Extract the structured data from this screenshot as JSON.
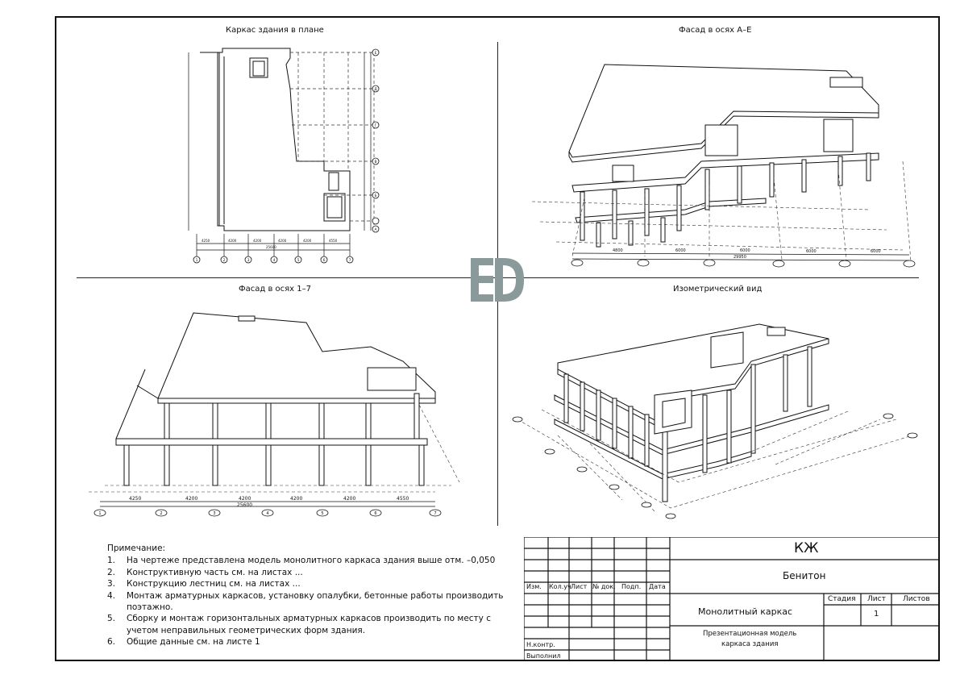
{
  "views": {
    "plan_title": "Каркас здания в плане",
    "facade_ae_title": "Фасад в осях А–Е",
    "facade_17_title": "Фасад в осях 1–7",
    "iso_title": "Изометрический вид"
  },
  "plan": {
    "col_axes": [
      "1",
      "2",
      "3",
      "4",
      "5",
      "6",
      "7"
    ],
    "row_axes": [
      "Е",
      "Д",
      "Г",
      "В",
      "Б",
      "А"
    ],
    "dims_bottom": [
      "4250",
      "4200",
      "4200",
      "4200",
      "4200",
      "4550"
    ],
    "total_bottom": "25600"
  },
  "facade_ae": {
    "dims": [
      "4800",
      "6000",
      "6000",
      "6000",
      "6000"
    ],
    "total": "29950"
  },
  "facade_17": {
    "axes": [
      "1",
      "2",
      "3",
      "4",
      "5",
      "6",
      "7"
    ],
    "dims": [
      "4250",
      "4200",
      "4200",
      "4200",
      "4200",
      "4550"
    ],
    "total": "25600"
  },
  "notes": {
    "title": "Примечание:",
    "items": [
      {
        "n": "1.",
        "text": "На чертеже представлена модель монолитного каркаса здания выше отм. –0,050"
      },
      {
        "n": "2.",
        "text": "Конструктивную часть см. на листах ..."
      },
      {
        "n": "3.",
        "text": "Конструкцию лестниц см. на листах ..."
      },
      {
        "n": "4.",
        "text": "Монтаж арматурных каркасов, установку опалубки, бетонные работы производить поэтажно."
      },
      {
        "n": "5.",
        "text": "Сборку и монтаж горизонтальных арматурных каркасов производить по месту с учетом неправильных геометрических форм здания."
      },
      {
        "n": "6.",
        "text": "Общие данные см. на листе 1"
      }
    ]
  },
  "title_block": {
    "code": "КЖ",
    "project": "Бенитон",
    "object": "Монолитный каркас",
    "sheet_name_line1": "Презентационная модель",
    "sheet_name_line2": "каркаса здания",
    "col_izm": "Изм.",
    "col_koluch": "Кол.уч",
    "col_list": "Лист",
    "col_ndok": "№ док.",
    "col_podp": "Подп.",
    "col_data": "Дата",
    "stage_label": "Стадия",
    "sheet_label": "Лист",
    "sheets_label": "Листов",
    "sheet_no": "1",
    "role_nkontr": "Н.контр.",
    "role_vypolnil": "Выполнил"
  },
  "colors": {
    "line": "#111111",
    "logo": "#8a9a9a"
  },
  "logo": {
    "icon": "ed-logo"
  }
}
